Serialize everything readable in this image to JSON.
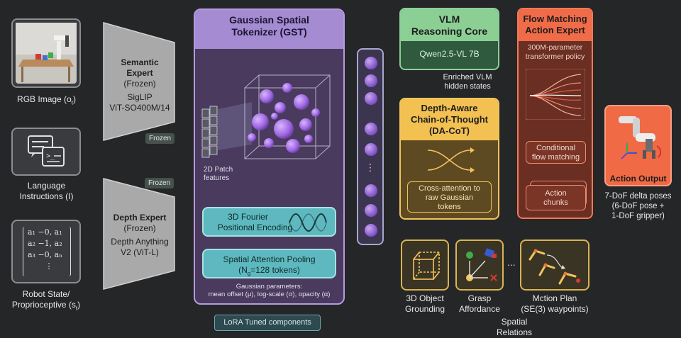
{
  "inputs": {
    "rgb_label": "RGB Image (o",
    "rgb_sub": "t",
    "rgb_close": ")",
    "lang_label_1": "Language",
    "lang_label_2": "Instructions (I)",
    "state_label_1": "Robot State/",
    "state_label_2": "Proprioceptive (s",
    "state_sub": "t",
    "state_close": ")",
    "matrix_rows": [
      "a₁ −0, a₁",
      "a₂ −1, a₂",
      "a₃ −0, aₙ",
      "⋮"
    ]
  },
  "semantic_expert": {
    "title_1": "Semantic",
    "title_2": "Expert",
    "frozen_paren": "(Frozen)",
    "model_1": "SigLIP",
    "model_2": "ViT-SO400M/14",
    "badge": "Frozen"
  },
  "depth_expert": {
    "badge": "Frozen",
    "title": "Depth Expert",
    "frozen_paren": "(Frozen)",
    "model_1": "Depth Anything",
    "model_2": "V2 (ViT-L)"
  },
  "gst": {
    "title_1": "Gaussian Spatial",
    "title_2": "Tokenizer (GST)",
    "patch_label_1": "2D Patch",
    "patch_label_2": "features",
    "fourier_1": "3D Fourier",
    "fourier_2": "Positional Encoding",
    "pooling_1": "Spatial Attention Pooling",
    "pooling_2": "(N",
    "pooling_sub": "g",
    "pooling_3": "=128 tokens)",
    "params_1": "Gaussian parameters:",
    "params_2": "mean offset (μ), log-scale (σ), opacity (α)"
  },
  "tokens_ellipsis": "⋮",
  "vlm": {
    "title_1": "VLM",
    "title_2": "Reasoning Core",
    "model": "Qwen2.5-VL 7B",
    "hidden_1": "Enriched VLM",
    "hidden_2": "hidden states"
  },
  "dacot": {
    "title_1": "Depth-Aware",
    "title_2": "Chain-of-Thought",
    "title_3": "(DA-CoT)",
    "cross_1": "Cross-attention to",
    "cross_2": "raw Gaussian",
    "cross_3": "tokens"
  },
  "flow": {
    "title_1": "Flow Matching",
    "title_2": "Action Expert",
    "desc_1": "300M-parameter",
    "desc_2": "transformer policy",
    "cond_1": "Conditional",
    "cond_2": "flow matching",
    "chunks_1": "Action",
    "chunks_2": "chunks"
  },
  "action_output": {
    "title": "Action Output",
    "desc_1": "7-DoF delta poses",
    "desc_2": "(6-DoF pose +",
    "desc_3": "1-DoF gripper)"
  },
  "spatial": {
    "grounding_1": "3D Object",
    "grounding_2": "Grounding",
    "grasp_1": "Grasp",
    "grasp_2": "Affordance",
    "ellipsis": "...",
    "motion_1": "Mction Plan",
    "motion_2": "(SE(3) waypoints)",
    "relations_1": "Spatial",
    "relations_2": "Relations"
  },
  "lora": "LoRA Tuned components",
  "colors": {
    "purple": "#a48bd2",
    "green": "#8ccf95",
    "yellow": "#f3c152",
    "orange": "#f06b47",
    "cyan": "#5db9bf"
  }
}
